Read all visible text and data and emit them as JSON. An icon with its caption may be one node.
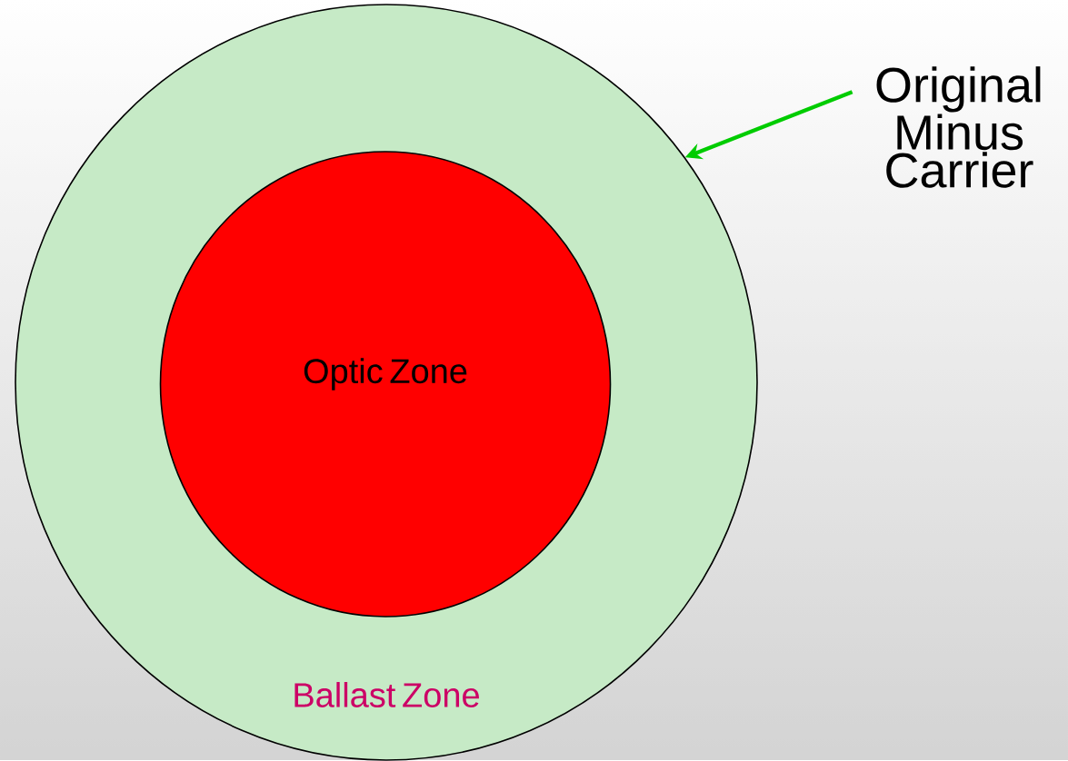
{
  "diagram": {
    "nodes": [
      {
        "text": [
          "Ballast Zone"
        ]
      },
      {
        "text": [
          "Optic Zone"
        ],
        "in": 0
      },
      {
        "text": [
          "Original Minus Carrier"
        ]
      }
    ],
    "edges": [
      {
        "from": 2,
        "to": 0,
        "arrow": "to",
        "color": "#00cc00"
      }
    ]
  }
}
